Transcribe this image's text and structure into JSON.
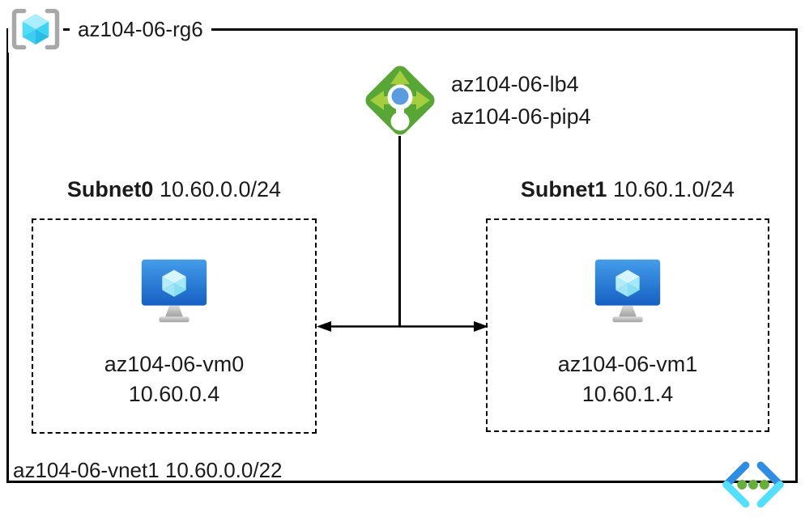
{
  "resource_group": {
    "label": "az104-06-rg6"
  },
  "load_balancer": {
    "name": "az104-06-lb4",
    "public_ip": "az104-06-pip4"
  },
  "virtual_network": {
    "name": "az104-06-vnet1",
    "cidr": "10.60.0.0/22"
  },
  "subnets": [
    {
      "name": "Subnet0",
      "cidr": "10.60.0.0/24",
      "vm": {
        "name": "az104-06-vm0",
        "ip": "10.60.0.4"
      }
    },
    {
      "name": "Subnet1",
      "cidr": "10.60.1.0/24",
      "vm": {
        "name": "az104-06-vm1",
        "ip": "10.60.1.4"
      }
    }
  ],
  "icons": {
    "resource_group": "resource-group-icon",
    "load_balancer": "load-balancer-icon",
    "virtual_machine": "virtual-machine-icon",
    "virtual_network": "virtual-network-icon"
  },
  "colors": {
    "lb_green": "#57A636",
    "lb_arrow_green": "#A4CE3E",
    "lb_dot_blue": "#5B9BE0",
    "vm_blue_top": "#449DE9",
    "vm_blue_bottom": "#1660C4",
    "cube_cyan": "#50DCF8",
    "rg_bracket_gray": "#A8A8A8",
    "vnet_blue": "#2F8DE4",
    "vnet_cyan": "#55DFFF",
    "vnet_dot_green": "#66AF3C",
    "line_black": "#000000"
  }
}
